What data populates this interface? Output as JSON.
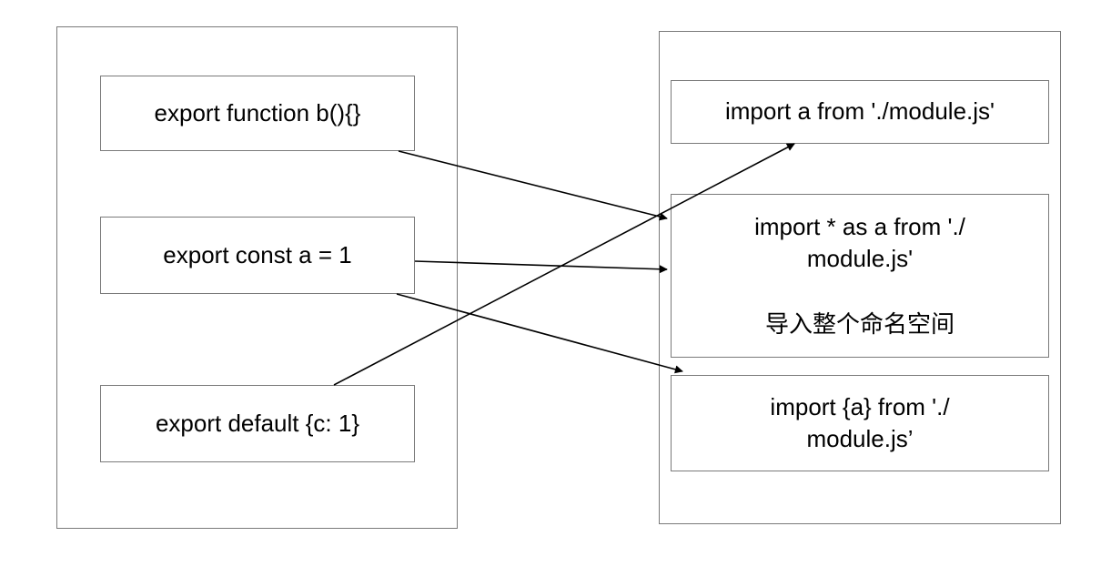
{
  "exports": {
    "function_b": "export function b(){}",
    "const_a": "export const a = 1",
    "default_obj": "export default {c: 1}"
  },
  "imports": {
    "default_import": "import a from './module.js'",
    "namespace_import_line1": "import * as a from './",
    "namespace_import_line2": "module.js'",
    "namespace_import_note": "导入整个命名空间",
    "named_import_line1": "import {a} from './",
    "named_import_line2": "module.js’"
  },
  "colors": {
    "border": "#7a7a7a",
    "arrow": "#000000",
    "background": "#ffffff"
  }
}
